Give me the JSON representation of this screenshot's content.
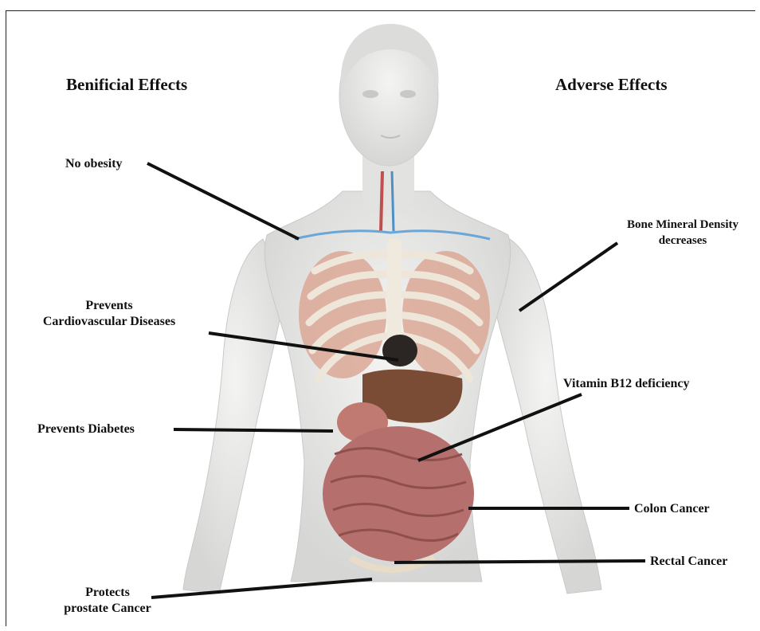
{
  "headers": {
    "left": "Benificial Effects",
    "right": "Adverse Effects"
  },
  "beneficial": {
    "no_obesity": "No obesity",
    "cardio_line1": "Prevents",
    "cardio_line2": "Cardiovascular Diseases",
    "diabetes": "Prevents Diabetes",
    "prostate_line1": "Protects",
    "prostate_line2": "prostate Cancer"
  },
  "adverse": {
    "bmd_line1": "Bone Mineral Density",
    "bmd_line2": "decreases",
    "b12": "Vitamin B12 deficiency",
    "colon": "Colon Cancer",
    "rectal": "Rectal Cancer"
  },
  "colors": {
    "skin": "#e9e9e8",
    "skin_shade": "#cfcfce",
    "ribs": "#efe9df",
    "lungs": "#d9a594",
    "intestine": "#b56f6c",
    "liver": "#7a4b35",
    "leader_line": "#111111"
  }
}
